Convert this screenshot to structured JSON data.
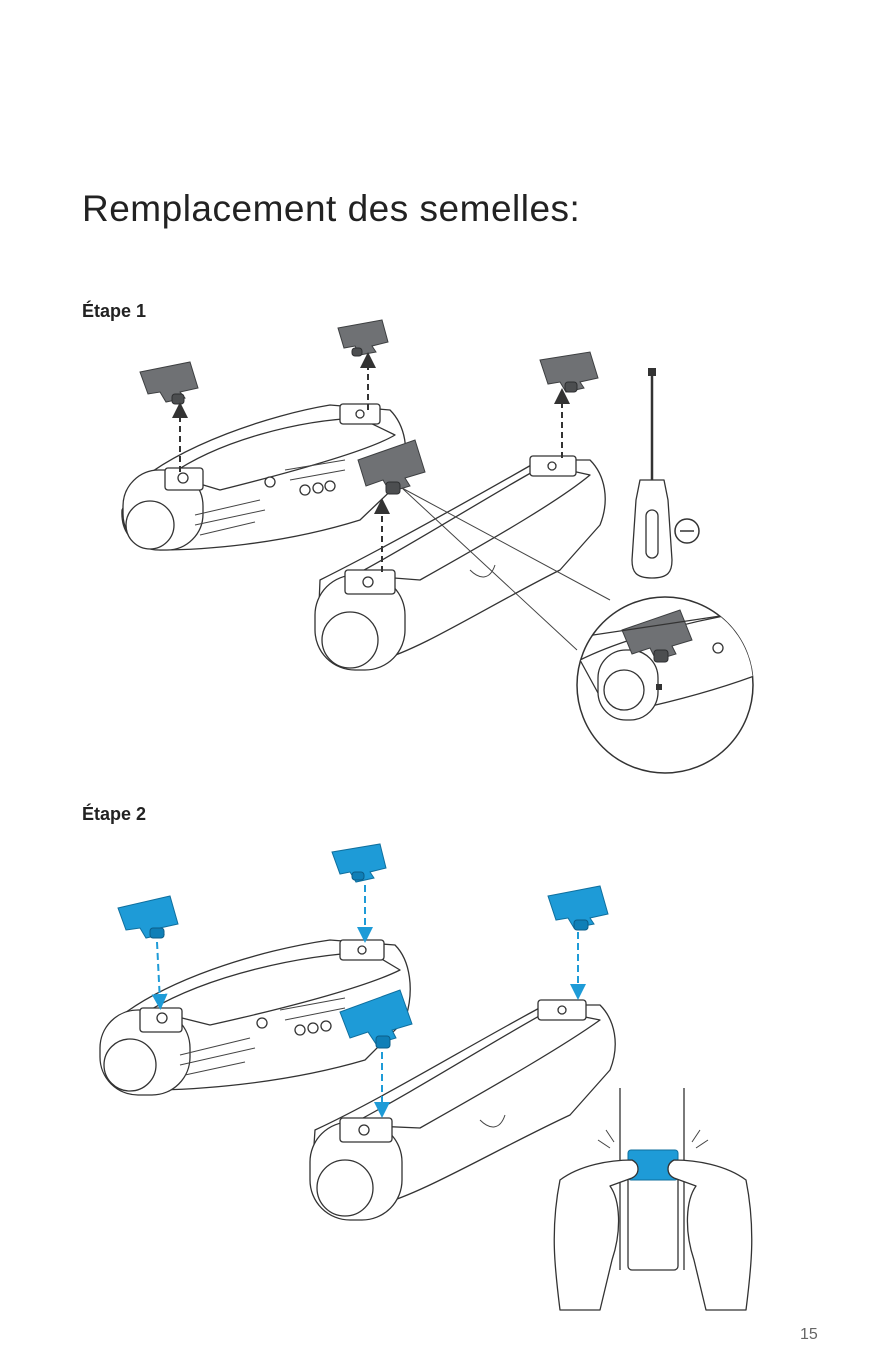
{
  "page": {
    "title": "Remplacement des semelles:",
    "page_number": "15"
  },
  "steps": [
    {
      "label": "Étape 1",
      "pad_color": "#6f7174",
      "tool_icon": "flathead-screwdriver-icon"
    },
    {
      "label": "Étape 2",
      "pad_color": "#1e9bd7",
      "detail_icon": "press-pad-hands-icon"
    }
  ]
}
